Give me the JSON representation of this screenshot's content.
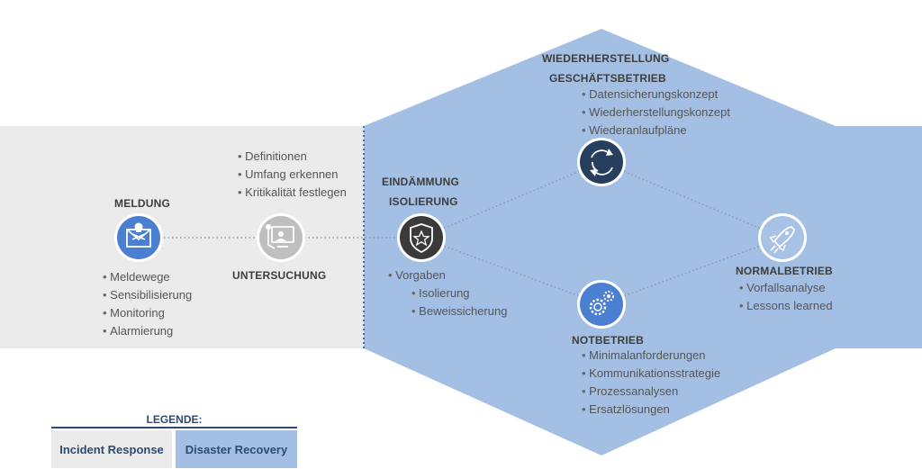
{
  "phases": {
    "meldung": {
      "title": "MELDUNG",
      "icon": "mail-skull-icon",
      "items": [
        "Meldewege",
        "Sensibilisierung",
        "Monitoring",
        "Alarmierung"
      ]
    },
    "untersuchung": {
      "title": "UNTERSUCHUNG",
      "icon": "computer-investigation-icon",
      "items": [
        "Definitionen",
        "Umfang erkennen",
        "Kritikalität festlegen"
      ]
    },
    "eindaemmung": {
      "title_line1": "EINDÄMMUNG",
      "title_line2": "ISOLIERUNG",
      "icon": "badge-star-icon",
      "items": [
        "Vorgaben",
        "Isolierung",
        "Beweissicherung"
      ]
    },
    "wiederherstellung": {
      "title_line1": "WIEDERHERSTELLUNG",
      "title_line2": "GESCHÄFTSBETRIEB",
      "icon": "recycle-arrows-icon",
      "items": [
        "Datensicherungskonzept",
        "Wiederherstellungskonzept",
        "Wiederanlaufpläne"
      ]
    },
    "notbetrieb": {
      "title": "NOTBETRIEB",
      "icon": "gears-icon",
      "items": [
        "Minimalanforderungen",
        "Kommunikationsstrategie",
        "Prozessanalysen",
        "Ersatzlösungen"
      ]
    },
    "normalbetrieb": {
      "title": "NORMALBETRIEB",
      "icon": "rocket-icon",
      "items": [
        "Vorfallsanalyse",
        "Lessons learned"
      ]
    }
  },
  "legend": {
    "title": "LEGENDE:",
    "incident_response": "Incident Response",
    "disaster_recovery": "Disaster Recovery"
  },
  "colors": {
    "incident_bg": "#ebebeb",
    "disaster_bg": "#a3bfe3",
    "icon_blue": "#4a7fd1",
    "icon_gray": "#bfbfbf",
    "icon_dark": "#263f5c",
    "icon_navy": "#2e4a73",
    "icon_lightblue": "#a8c2e6",
    "legend_text": "#2e4a73"
  }
}
